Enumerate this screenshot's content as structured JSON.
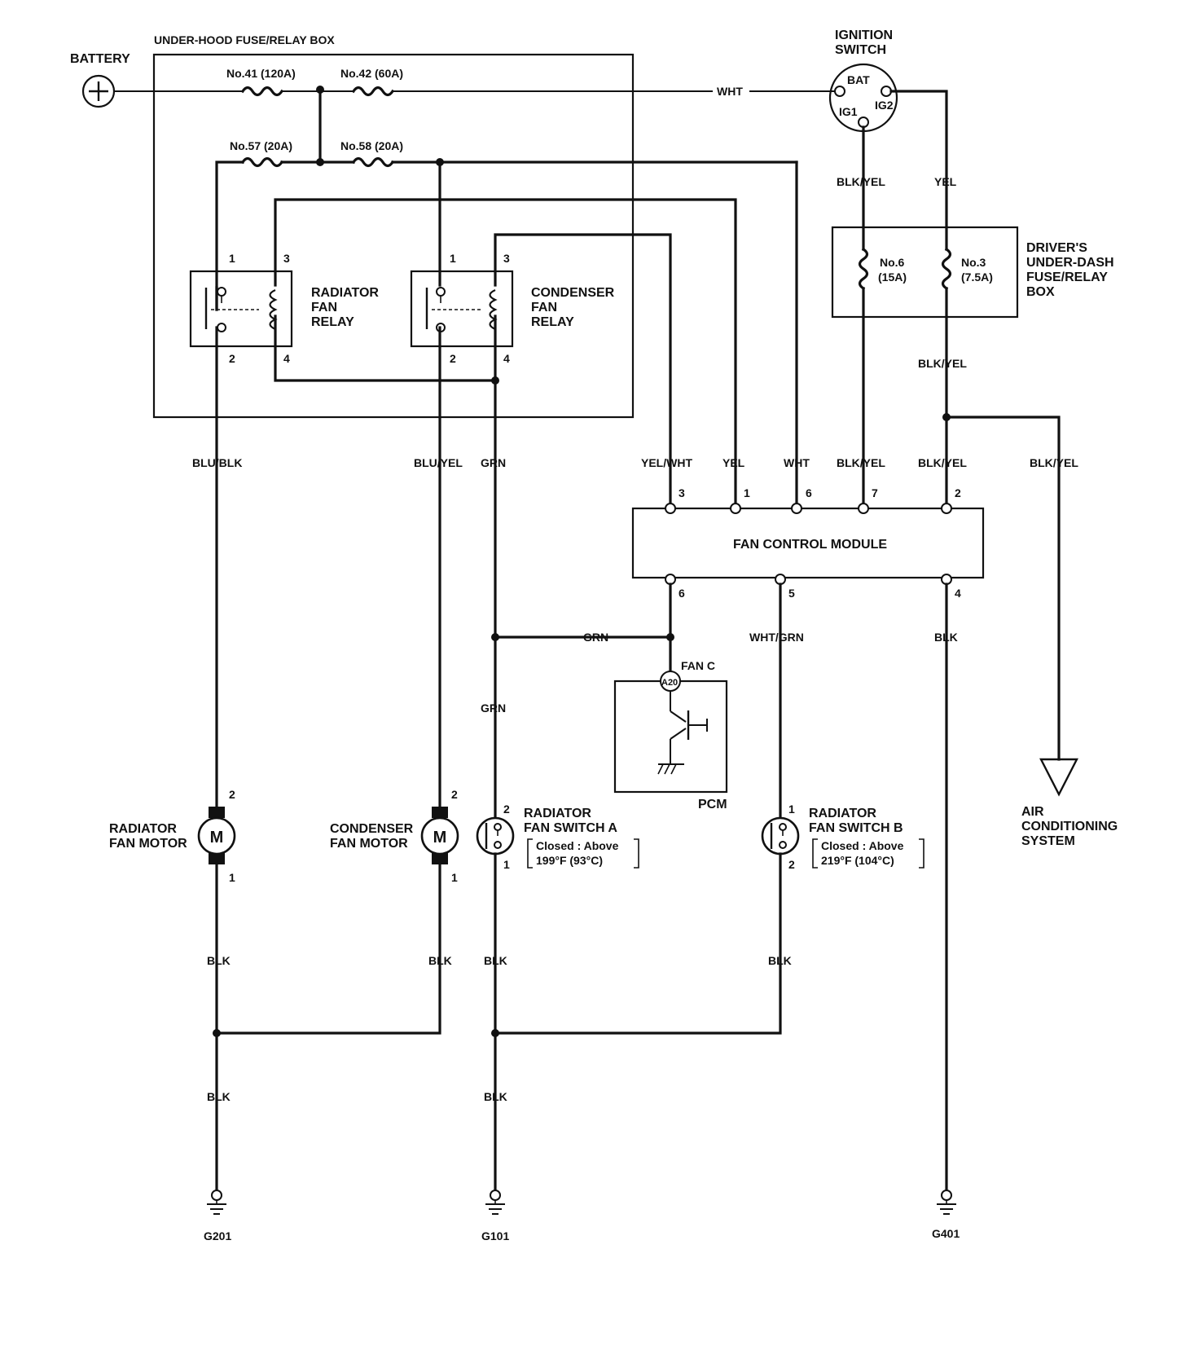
{
  "components": {
    "battery": "BATTERY",
    "underhood_box": "UNDER-HOOD FUSE/RELAY BOX",
    "fuse_41": "No.41 (120A)",
    "fuse_42": "No.42 (60A)",
    "fuse_57": "No.57 (20A)",
    "fuse_58": "No.58 (20A)",
    "ignition_switch": [
      "IGNITION",
      "SWITCH"
    ],
    "ign_bat": "BAT",
    "ign_ig1": "IG1",
    "ign_ig2": "IG2",
    "dash_box": [
      "DRIVER'S",
      "UNDER-DASH",
      "FUSE/RELAY",
      "BOX"
    ],
    "fuse_6": [
      "No.6",
      "(15A)"
    ],
    "fuse_3": [
      "No.3",
      "(7.5A)"
    ],
    "radiator_relay": [
      "RADIATOR",
      "FAN",
      "RELAY"
    ],
    "condenser_relay": [
      "CONDENSER",
      "FAN",
      "RELAY"
    ],
    "fan_control_module": "FAN CONTROL MODULE",
    "pcm": "PCM",
    "pcm_terminal": "FAN C",
    "pcm_pin": "A20",
    "radiator_motor": [
      "RADIATOR",
      "FAN MOTOR"
    ],
    "condenser_motor": [
      "CONDENSER",
      "FAN MOTOR"
    ],
    "motor_symbol": "M",
    "switch_a": [
      "RADIATOR",
      "FAN SWITCH A"
    ],
    "switch_a_spec": [
      "Closed : Above",
      "199°F (93°C)"
    ],
    "switch_b": [
      "RADIATOR",
      "FAN SWITCH B"
    ],
    "switch_b_spec": [
      "Closed : Above",
      "219°F (104°C)"
    ],
    "air_conditioning": [
      "AIR",
      "CONDITIONING",
      "SYSTEM"
    ],
    "grounds": [
      "G201",
      "G101",
      "G401"
    ]
  },
  "wires": {
    "wht": "WHT",
    "blk_yel": "BLK/YEL",
    "yel": "YEL",
    "blu_blk": "BLU/BLK",
    "blu_yel": "BLU/YEL",
    "grn": "GRN",
    "yel_wht": "YEL/WHT",
    "wht_grn": "WHT/GRN",
    "blk": "BLK"
  },
  "pins": {
    "relay_1": "1",
    "relay_2": "2",
    "relay_3": "3",
    "relay_4": "4",
    "fcm_3": "3",
    "fcm_1": "1",
    "fcm_6_top": "6",
    "fcm_7": "7",
    "fcm_2": "2",
    "fcm_6_bottom": "6",
    "fcm_5": "5",
    "fcm_4": "4",
    "motor_2": "2",
    "motor_1": "1",
    "sw_1": "1",
    "sw_2": "2"
  }
}
